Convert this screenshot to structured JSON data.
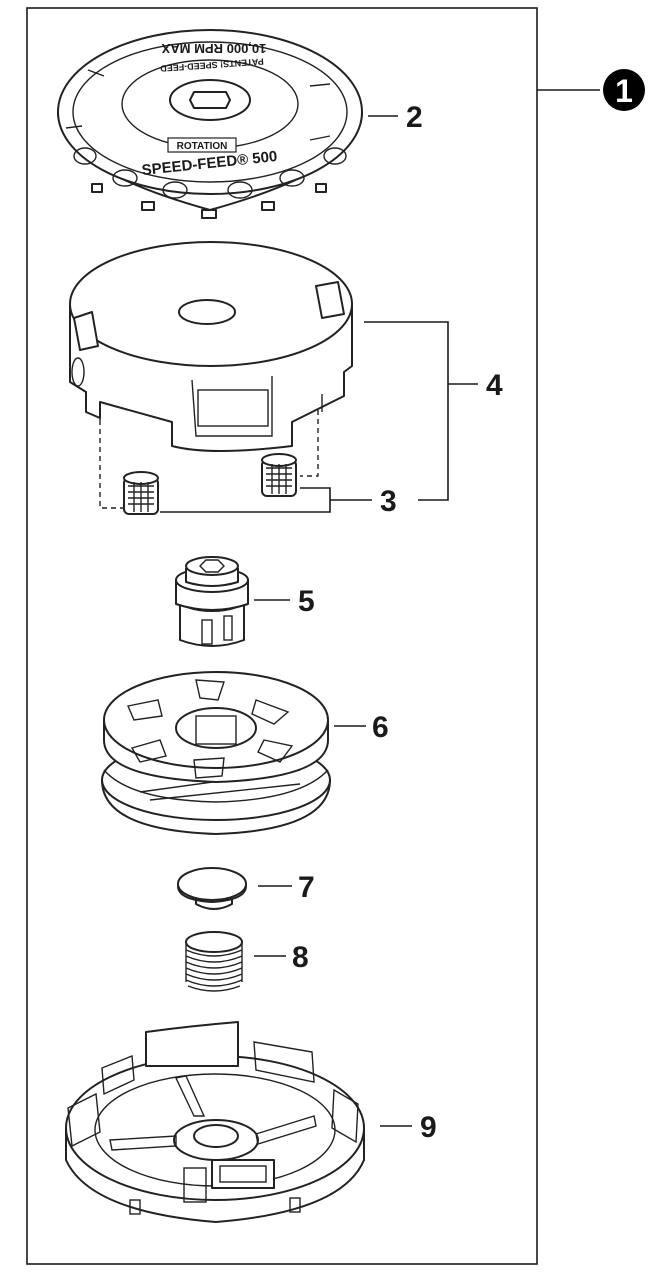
{
  "assembly_badge": "1",
  "callouts": [
    {
      "id": "c2",
      "label": "2"
    },
    {
      "id": "c3",
      "label": "3"
    },
    {
      "id": "c4",
      "label": "4"
    },
    {
      "id": "c5",
      "label": "5"
    },
    {
      "id": "c6",
      "label": "6"
    },
    {
      "id": "c7",
      "label": "7"
    },
    {
      "id": "c8",
      "label": "8"
    },
    {
      "id": "c9",
      "label": "9"
    }
  ],
  "cap_embossing": {
    "brand": "SPEED-FEED® 500",
    "rotation": "ROTATION",
    "rpm": "10,000 RPM MAX",
    "patents": "PATENTS! SPEED-FEED"
  },
  "colors": {
    "line": "#1a1a1a",
    "badge": "#000000",
    "background": "#ffffff"
  }
}
